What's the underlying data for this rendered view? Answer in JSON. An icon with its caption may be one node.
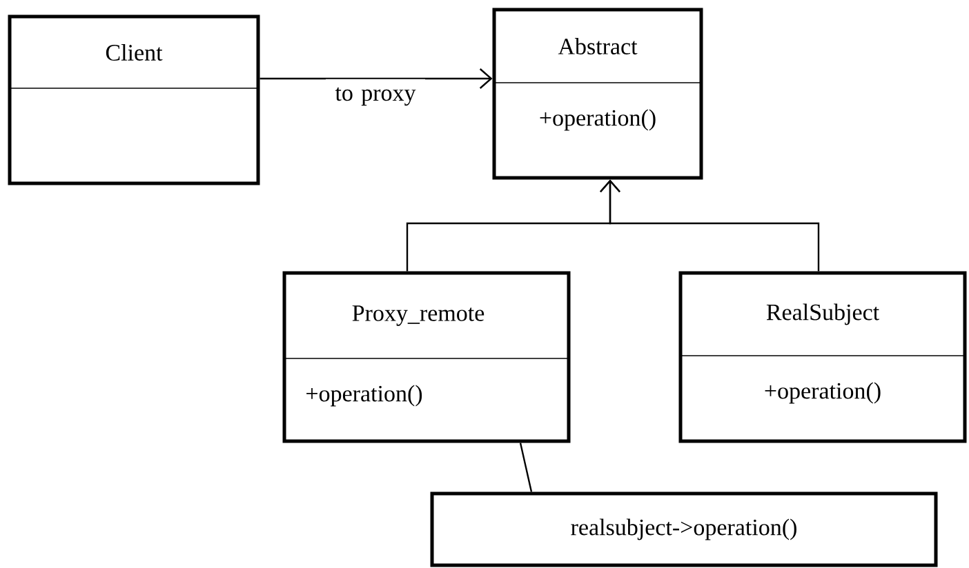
{
  "diagram": {
    "nodes": [
      {
        "text": [
          "Client"
        ]
      },
      {
        "text": [
          "Abstract",
          "+operation()"
        ]
      },
      {
        "text": [
          "Proxy_remote",
          "+operation()"
        ]
      },
      {
        "text": [
          "RealSubject",
          "+operation()"
        ]
      },
      {
        "text": [
          "realsubject->operation()"
        ]
      }
    ],
    "edges": [
      {
        "from": 0,
        "to": 1,
        "arrow": "to",
        "label": "to proxy"
      },
      {
        "from": 2,
        "to": 1,
        "arrow": "to"
      },
      {
        "from": 3,
        "to": 1,
        "arrow": "to"
      },
      {
        "from": 4,
        "to": 2,
        "arrow": "none"
      }
    ]
  }
}
